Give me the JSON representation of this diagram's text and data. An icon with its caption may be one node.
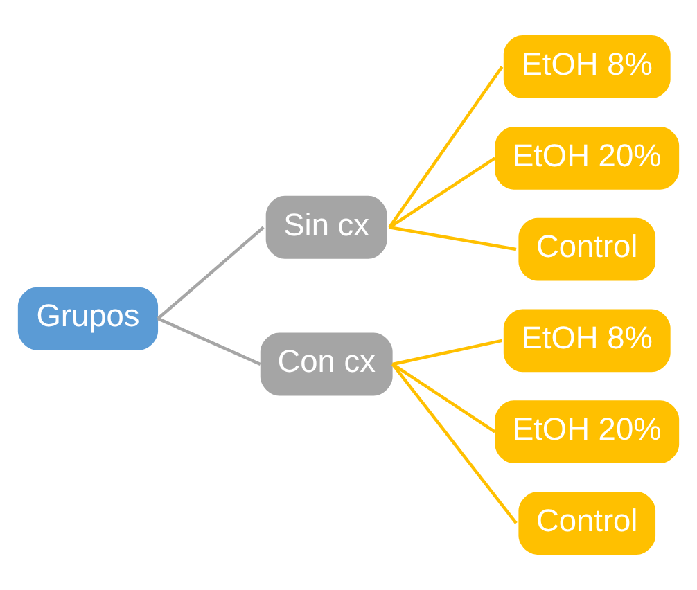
{
  "diagram": {
    "nodes": [
      {
        "text": [
          "Grupos"
        ]
      },
      {
        "text": [
          "Sin cx"
        ]
      },
      {
        "text": [
          "EtOH 8%"
        ]
      },
      {
        "text": [
          "EtOH 20%"
        ]
      },
      {
        "text": [
          "Control"
        ]
      },
      {
        "text": [
          "Con cx"
        ]
      },
      {
        "text": [
          "EtOH 8%"
        ]
      },
      {
        "text": [
          "EtOH 20%"
        ]
      },
      {
        "text": [
          "Control"
        ]
      }
    ],
    "edges": [
      {
        "from": 0,
        "to": 1,
        "arrow": "none",
        "color": "#a6a6a6"
      },
      {
        "from": 0,
        "to": 5,
        "arrow": "none",
        "color": "#a6a6a6"
      },
      {
        "from": 1,
        "to": 2,
        "arrow": "none"
      },
      {
        "from": 1,
        "to": 3,
        "arrow": "none"
      },
      {
        "from": 1,
        "to": 4,
        "arrow": "none"
      },
      {
        "from": 5,
        "to": 6,
        "arrow": "none"
      },
      {
        "from": 5,
        "to": 7,
        "arrow": "none"
      },
      {
        "from": 5,
        "to": 8,
        "arrow": "none"
      }
    ]
  }
}
